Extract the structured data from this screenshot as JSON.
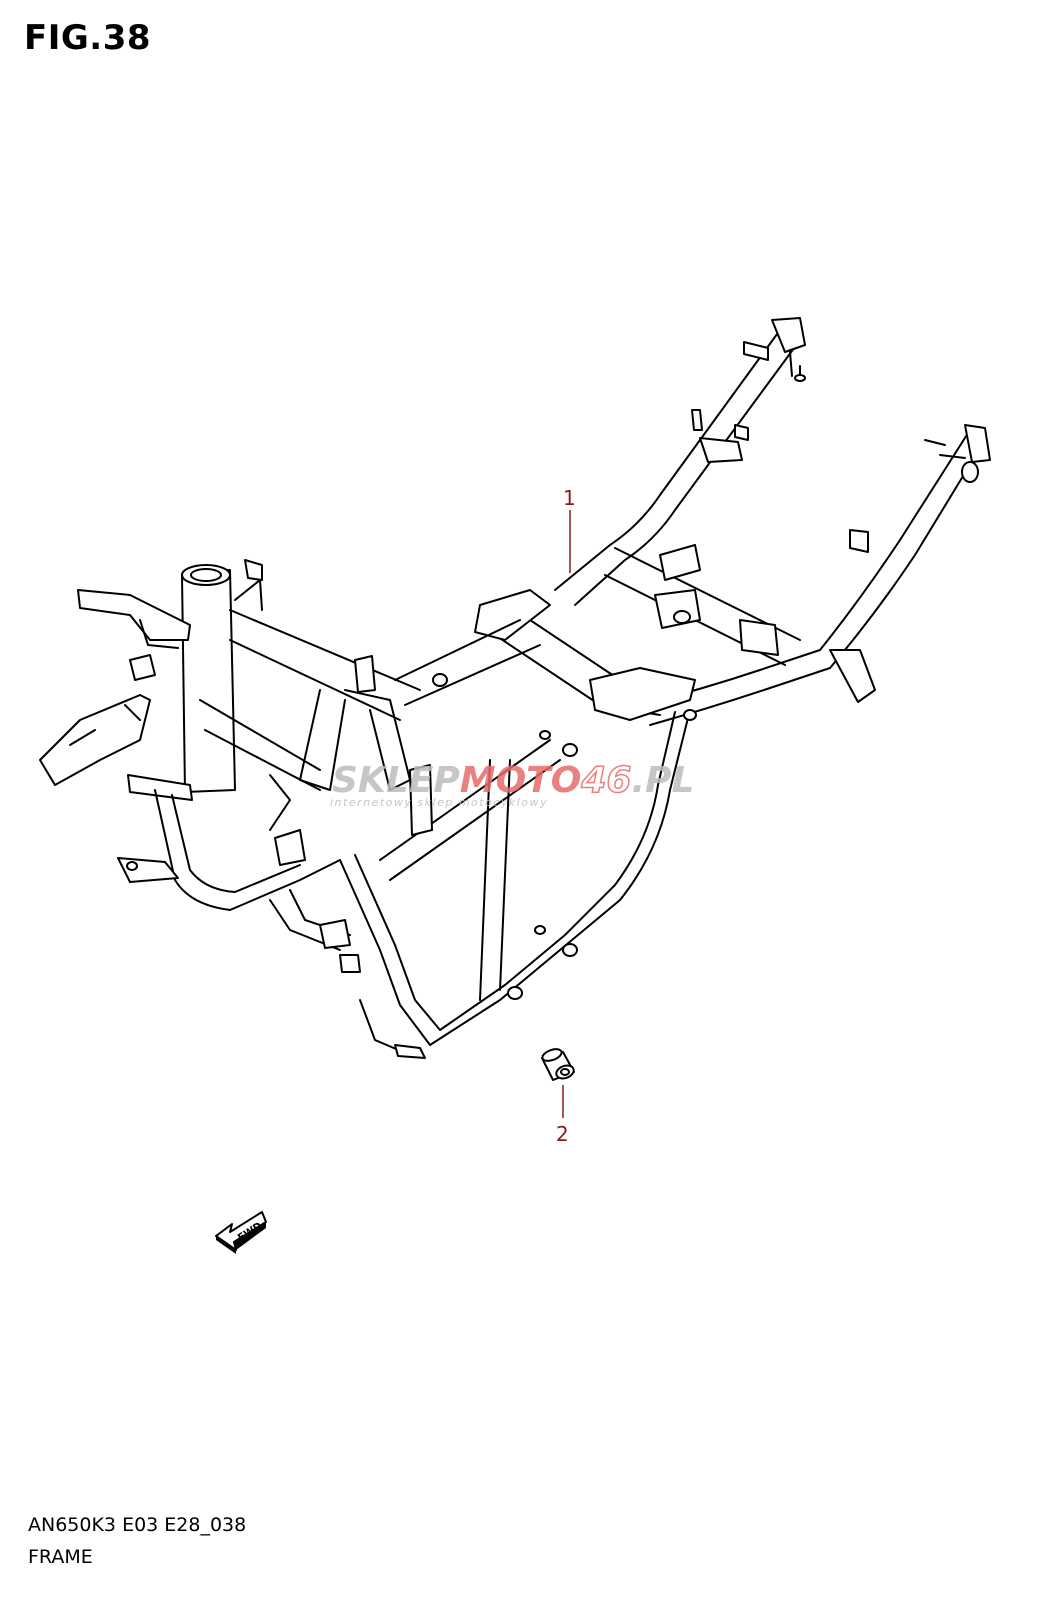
{
  "figure": {
    "title": "FIG.38",
    "model_code": "AN650K3 E03 E28_038",
    "section_name": "FRAME"
  },
  "callouts": [
    {
      "number": "1"
    },
    {
      "number": "2"
    }
  ],
  "fwd_arrow": {
    "label": "FWD"
  },
  "watermark": {
    "brand_part1": "SKLEP",
    "brand_part2": "MOTO",
    "brand_part3": "46",
    "brand_part4": ".PL",
    "tagline": "internetowy sklep motocyklowy"
  },
  "colors": {
    "line": "#000000",
    "callout": "#8b1a1a",
    "watermark_gray": "#bdbdbd",
    "watermark_red": "#e86a6a"
  }
}
